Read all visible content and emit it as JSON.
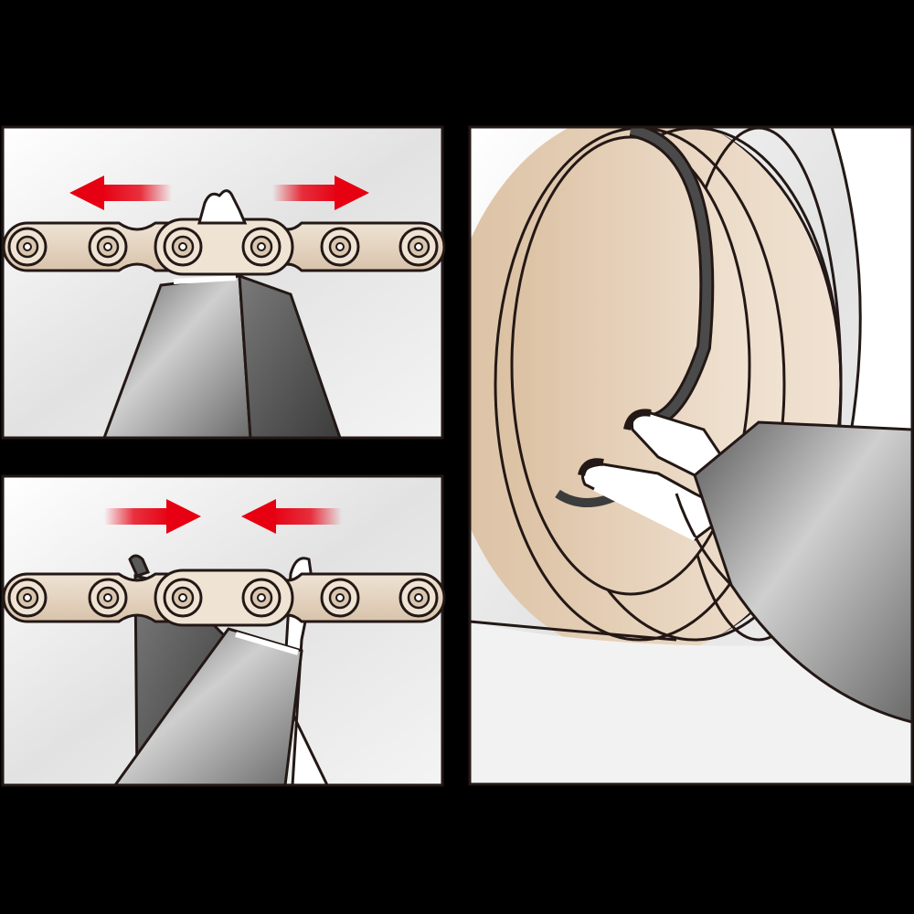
{
  "figure": {
    "background": "#000000",
    "panel_border": "#231815",
    "arrow_color": "#e60012",
    "chain_plate_color": "#e3d2bd",
    "tool_color": "#8f8f8f",
    "rim_color": "#e8d3bc",
    "tire_color": "#3c3c3c"
  },
  "panels": [
    {
      "id": "open-link",
      "arrows": "outward",
      "icons": [
        "left-arrow-icon",
        "right-arrow-icon"
      ]
    },
    {
      "id": "close-link",
      "arrows": "inward",
      "icons": [
        "right-arrow-icon",
        "left-arrow-icon"
      ]
    },
    {
      "id": "tire-lever",
      "arrows": "none",
      "icons": [
        "tire-lever-icon"
      ]
    }
  ]
}
